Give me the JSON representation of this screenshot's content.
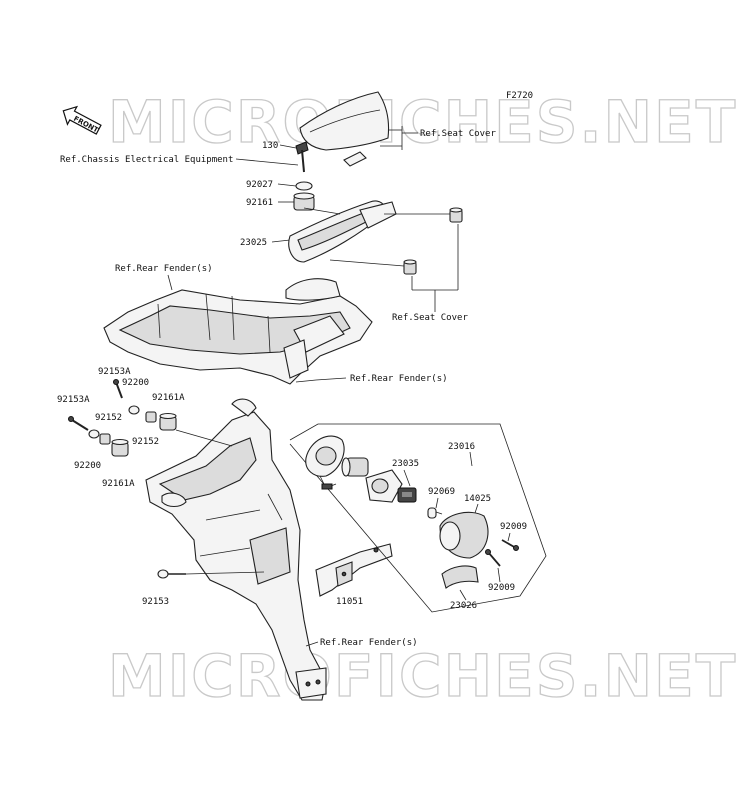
{
  "diagram": {
    "figure_code": "F2720",
    "watermark_top": "MICROFICHES.NET",
    "watermark_bottom": "MICROFICHES.NET",
    "front_label": "FRONT",
    "refs": {
      "seat_cover_top": "Ref.Seat Cover",
      "chassis_electrical": "Ref.Chassis Electrical Equipment",
      "rear_fender_left": "Ref.Rear Fender(s)",
      "seat_cover_right": "Ref.Seat Cover",
      "rear_fender_mid": "Ref.Rear Fender(s)",
      "rear_fender_bottom": "Ref.Rear Fender(s)"
    },
    "parts": {
      "p130": "130",
      "p92027": "92027",
      "p92161": "92161",
      "p23025": "23025",
      "p92153A_a": "92153A",
      "p92200_a": "92200",
      "p92153A_b": "92153A",
      "p92152_a": "92152",
      "p92161A_a": "92161A",
      "p92152_b": "92152",
      "p92200_b": "92200",
      "p92161A_b": "92161A",
      "p92153": "92153",
      "p11051": "11051",
      "p23016": "23016",
      "p23035": "23035",
      "p92069": "92069",
      "p14025": "14025",
      "p92009_a": "92009",
      "p92009_b": "92009",
      "p23026": "23026"
    }
  }
}
